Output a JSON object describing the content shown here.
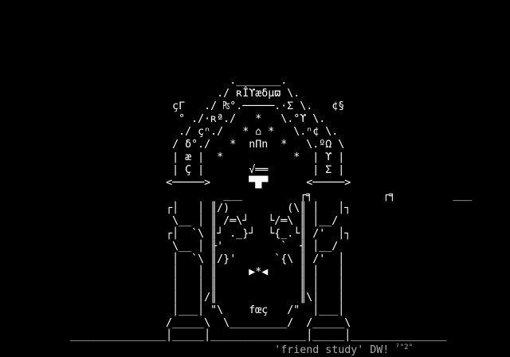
{
  "colors": {
    "background": "#000000",
    "art": "#ffffff",
    "caption": "#aaaaaa"
  },
  "art": {
    "lines": [
      "._______.",
      "./ ʀÎϒæδμϖ \\.",
      "çΓ   ./ ₧°.─────.·Σ \\.   ¢§",
      "° ./·ʀª./   *   \\.°ϒ \\.",
      "./ çⁿ./   * ⌂ *   \\.ⁿ¢ \\.",
      "/ δ°./   *  nΠn  *   \\.ºΩ \\",
      "| æ |  *           *  | ϒ |",
      "| Ç |       √══       | Σ |",
      "<─────>      ▀█▀      <─────>",
      "___         ┌╕           ┌╕         ___",
      "┌│   │ ║/)         (\\║ │   │┐",
      "\\__ │ ║ /═\\┘   └/═\\ ║ │__/",
      "┌│  `\\ ║┘ ._}┘  └{_.└║ /'  │┐",
      "\\__ │ ╟'         `  ╢ │__/",
      "│  `\\ ║/}'      `{\\ ║ /'  │",
      "│   │ ║     ▶*◀     ║ │   │",
      "│   │ ║             ║ │   │",
      "│   │/║             ║\\│   │",
      "│___│ \"\\    fœç   /\"  │___│",
      "/_____\\  \\_________/  /_____\\",
      "_______________│_____│_______________│_____│_______________"
    ]
  },
  "caption": {
    "text": "'friend study' DW! ",
    "superscript": "²°2°"
  }
}
